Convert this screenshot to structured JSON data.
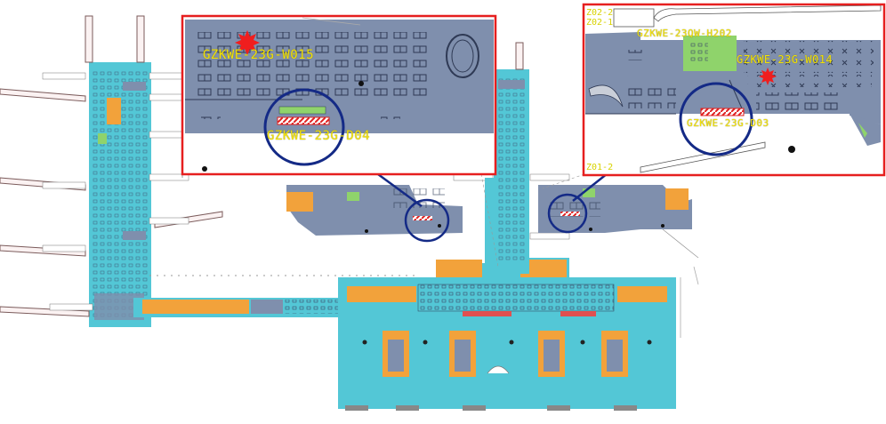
{
  "callouts": {
    "left": {
      "zone_label": "GZKWE-23G-W015",
      "device_label": "GZKWE-23G-D04"
    },
    "right": {
      "top_tags": [
        "Z02-2",
        "Z02-1"
      ],
      "zone_label_top": "GZKWE-23QW-H202",
      "zone_label": "GZKWE-23G-W014",
      "device_label": "GZKWE-23G-D03",
      "bottom_tag": "Z01-2"
    }
  },
  "colors": {
    "callout_border": "#e61f1f",
    "slate_floor": "#7f8fad",
    "cyan_corridor": "#53c7d6",
    "orange_room": "#f2a23b",
    "green_room": "#8fd36b",
    "highlight_circle": "#142a86",
    "marker_red": "#f01e1e",
    "label_yellow": "#f2e10a"
  },
  "icons": [
    "starburst-marker-icon",
    "arrow-icon",
    "highlight-circle-icon"
  ]
}
